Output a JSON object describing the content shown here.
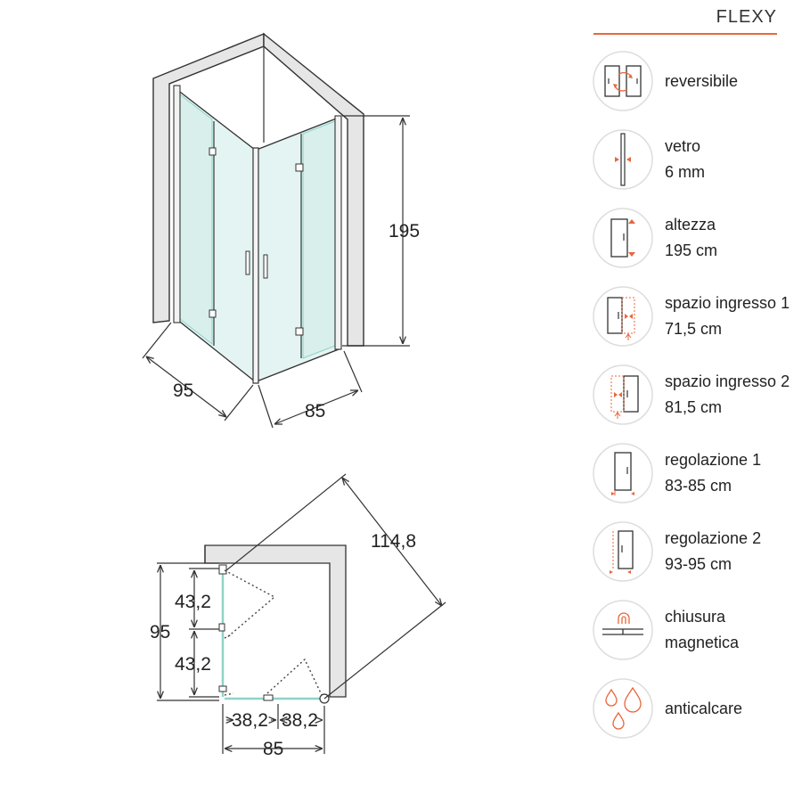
{
  "title": "FLEXY",
  "colors": {
    "accent": "#e8663c",
    "glass": "#dff2f0",
    "glass_edge": "#8fd3c7",
    "wall": "#e9e9e9"
  },
  "iso": {
    "height": "195",
    "depth": "95",
    "width": "85"
  },
  "plan": {
    "diagonal": "114,8",
    "depth": "95",
    "seg_top": "43,2",
    "seg_bottom": "43,2",
    "bottom_left": "38,2",
    "bottom_right": "38,2",
    "width": "85"
  },
  "features": [
    {
      "icon": "reversible-icon",
      "line1": "reversibile",
      "line2": ""
    },
    {
      "icon": "glass-thickness-icon",
      "line1": "vetro",
      "line2": "6 mm"
    },
    {
      "icon": "height-icon",
      "line1": "altezza",
      "line2": "195 cm"
    },
    {
      "icon": "entry-space-1-icon",
      "line1": "spazio ingresso 1",
      "line2": "71,5 cm"
    },
    {
      "icon": "entry-space-2-icon",
      "line1": "spazio ingresso 2",
      "line2": "81,5 cm"
    },
    {
      "icon": "adjustment-1-icon",
      "line1": "regolazione 1",
      "line2": "83-85 cm"
    },
    {
      "icon": "adjustment-2-icon",
      "line1": "regolazione 2",
      "line2": "93-95 cm"
    },
    {
      "icon": "magnet-icon",
      "line1": "chiusura",
      "line2": "magnetica"
    },
    {
      "icon": "drops-icon",
      "line1": "anticalcare",
      "line2": ""
    }
  ]
}
